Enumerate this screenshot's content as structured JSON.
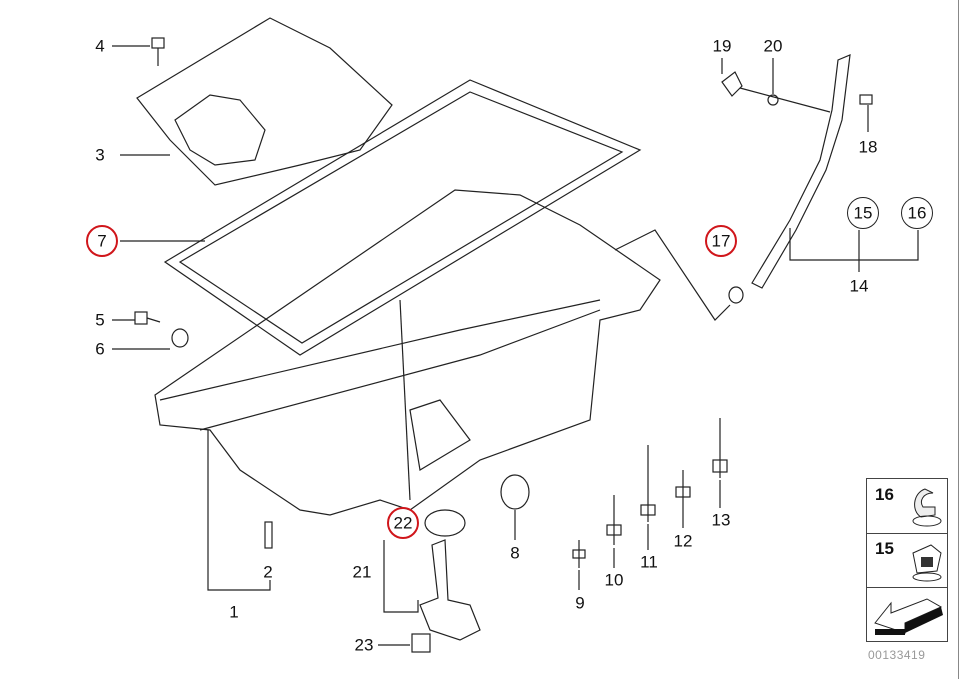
{
  "diagram_id": "00133419",
  "callouts": {
    "c1": "1",
    "c2": "2",
    "c3": "3",
    "c4": "4",
    "c5": "5",
    "c6": "6",
    "c7": "7",
    "c8": "8",
    "c9": "9",
    "c10": "10",
    "c11": "11",
    "c12": "12",
    "c13": "13",
    "c14": "14",
    "c15": "15",
    "c16": "16",
    "c17": "17",
    "c18": "18",
    "c19": "19",
    "c20": "20",
    "c21": "21",
    "c22": "22",
    "c23": "23"
  },
  "highlighted": [
    "7",
    "17",
    "22"
  ],
  "inset": {
    "top_label": "16",
    "middle_label": "15"
  },
  "colors": {
    "highlight": "#d0161b",
    "line": "#222222",
    "id_text": "#999999"
  }
}
